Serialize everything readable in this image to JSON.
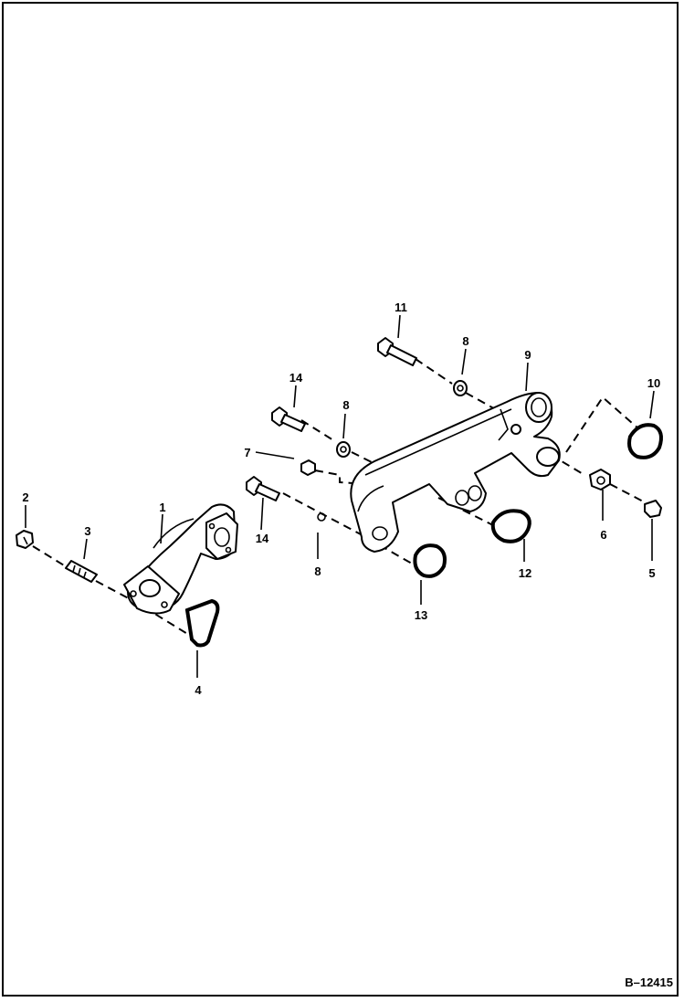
{
  "figure": {
    "number": "B–12415",
    "callouts": [
      {
        "id": "c1",
        "label": "1"
      },
      {
        "id": "c2",
        "label": "2"
      },
      {
        "id": "c3",
        "label": "3"
      },
      {
        "id": "c4",
        "label": "4"
      },
      {
        "id": "c5",
        "label": "5"
      },
      {
        "id": "c6",
        "label": "6"
      },
      {
        "id": "c7",
        "label": "7"
      },
      {
        "id": "c8a",
        "label": "8"
      },
      {
        "id": "c8b",
        "label": "8"
      },
      {
        "id": "c8c",
        "label": "8"
      },
      {
        "id": "c9",
        "label": "9"
      },
      {
        "id": "c10",
        "label": "10"
      },
      {
        "id": "c11",
        "label": "11"
      },
      {
        "id": "c12",
        "label": "12"
      },
      {
        "id": "c13",
        "label": "13"
      },
      {
        "id": "c14a",
        "label": "14"
      },
      {
        "id": "c14b",
        "label": "14"
      }
    ]
  }
}
